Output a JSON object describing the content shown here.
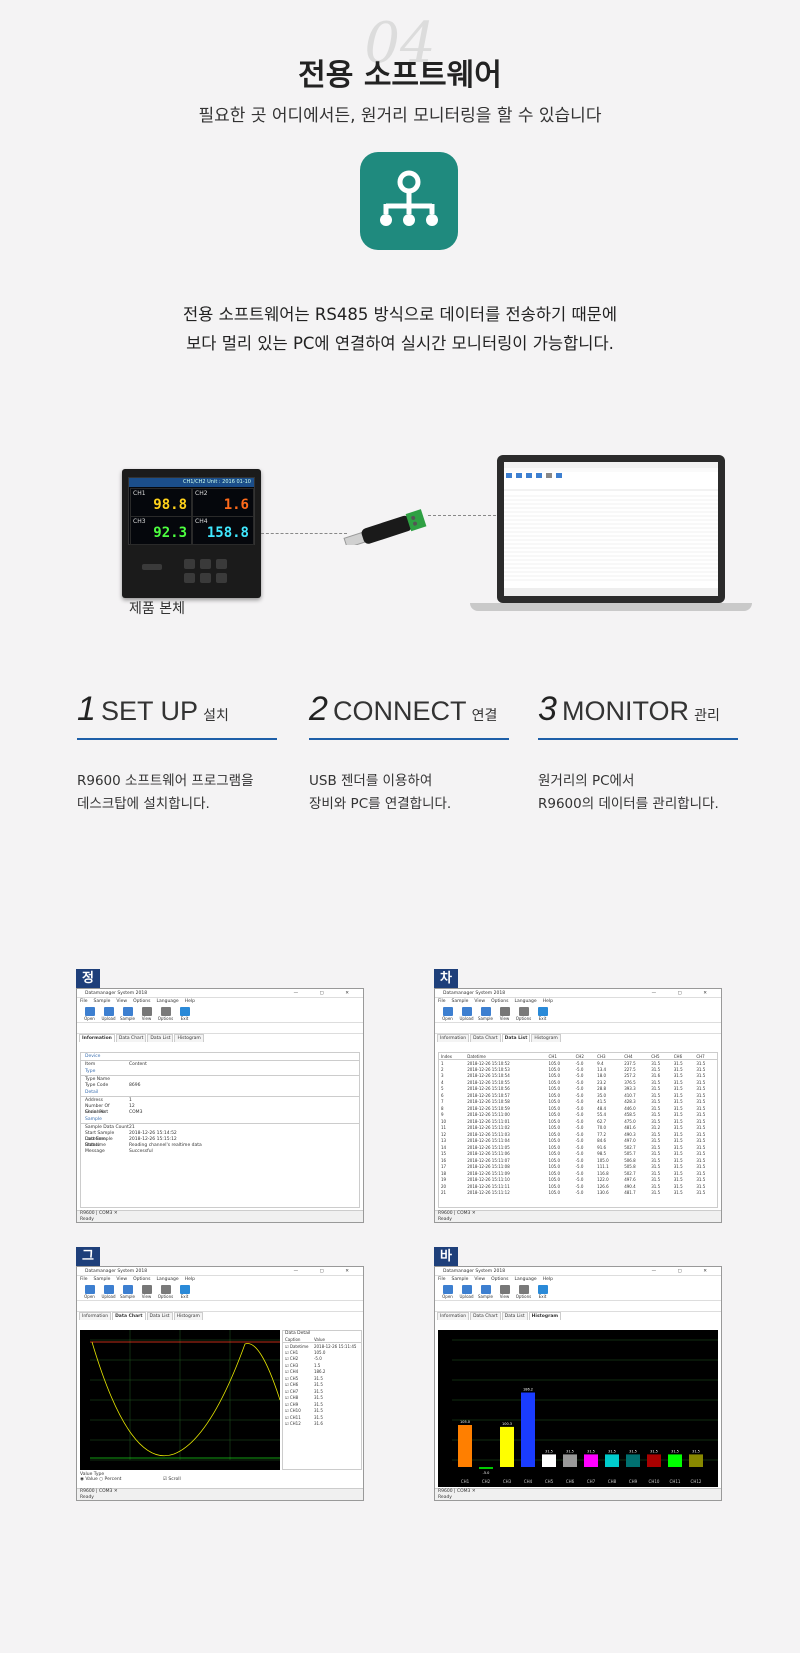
{
  "header": {
    "number": "04",
    "title": "전용 소프트웨어",
    "subtitle": "필요한 곳 어디에서든, 원거리 모니터링을 할 수 있습니다"
  },
  "description": {
    "line1": "전용 소프트웨어는 RS485 방식으로 데이터를 전송하기 때문에",
    "line2": "보다 멀리 있는 PC에 연결하여 실시간 모니터링이 가능합니다."
  },
  "hardware": {
    "device_label": "제품 본체",
    "screen_bar": "CH1/CH2 Unit : 2016 01-10",
    "channels": [
      {
        "label": "CH1",
        "value": "98.8",
        "color": "#ffd21a"
      },
      {
        "label": "CH2",
        "value": "1.6",
        "color": "#ff6a1a"
      },
      {
        "label": "CH3",
        "value": "92.3",
        "color": "#4dff40"
      },
      {
        "label": "CH4",
        "value": "158.8",
        "color": "#40e8ff"
      }
    ]
  },
  "steps": [
    {
      "num": "1",
      "en": "SET UP",
      "ko": "설치",
      "desc1": "R9600 소프트웨어 프로그램을",
      "desc2": "데스크탑에 설치합니다."
    },
    {
      "num": "2",
      "en": "CONNECT",
      "ko": "연결",
      "desc1": "USB 젠더를 이용하여",
      "desc2": "장비와 PC를 연결합니다."
    },
    {
      "num": "3",
      "en": "MONITOR",
      "ko": "관리",
      "desc1": "원거리의 PC에서",
      "desc2": "R9600의 데이터를 관리합니다."
    }
  ],
  "app": {
    "window_title": "Datamanager System 2018",
    "controls": "— ▢ ✕",
    "menu": [
      "File",
      "Sample",
      "View",
      "Options",
      "Language",
      "Help"
    ],
    "toolbar": [
      "Open",
      "Upload",
      "Sample",
      "View",
      "Options",
      "Exit"
    ],
    "tabs": [
      "Information",
      "Data Chart",
      "Data List",
      "Histogram"
    ],
    "status_port": "R9600 | COM3 ✕",
    "status_ready": "Ready"
  },
  "screenshots": {
    "info": {
      "tag": "정보",
      "groups": [
        {
          "name": "Device",
          "rows": [
            [
              "Item",
              "Content"
            ]
          ]
        },
        {
          "name": "Type",
          "rows": [
            [
              "Type Name",
              ""
            ],
            [
              "Type Code",
              "8696"
            ]
          ]
        },
        {
          "name": "Detail",
          "rows": [
            [
              "Address",
              "1"
            ],
            [
              "Number Of Channels",
              "12"
            ],
            [
              "Serial Port",
              "COM3"
            ]
          ]
        },
        {
          "name": "Sample",
          "rows": [
            [
              "Sample Data Count",
              "21"
            ],
            [
              "Start Sample Datetime",
              "2018-12-26 15:14:52"
            ],
            [
              "Last Sample Datetime",
              "2018-12-26 15:15:12"
            ],
            [
              "Status",
              "Reading channel's realtime data"
            ],
            [
              "Message",
              "Successful"
            ]
          ]
        }
      ]
    },
    "chart": {
      "tag": "차트",
      "headers": [
        "Index",
        "Datetime",
        "CH1",
        "CH2",
        "CH3",
        "CH4",
        "CH5",
        "CH6",
        "CH7"
      ],
      "rows": [
        [
          "1",
          "2018-12-26 15:10:52",
          "105.0",
          "-5.0",
          "9.4",
          "237.5",
          "31.5",
          "31.5",
          "31.5"
        ],
        [
          "2",
          "2018-12-26 15:10:53",
          "105.0",
          "-5.0",
          "13.4",
          "227.5",
          "31.5",
          "31.5",
          "31.5"
        ],
        [
          "3",
          "2018-12-26 15:10:54",
          "105.0",
          "-5.0",
          "18.0",
          "257.2",
          "31.6",
          "31.5",
          "31.5"
        ],
        [
          "4",
          "2018-12-26 15:10:55",
          "105.0",
          "-5.0",
          "23.2",
          "376.5",
          "31.5",
          "31.5",
          "31.5"
        ],
        [
          "5",
          "2018-12-26 15:10:56",
          "105.0",
          "-5.0",
          "28.8",
          "393.3",
          "31.5",
          "31.5",
          "31.5"
        ],
        [
          "6",
          "2018-12-26 15:10:57",
          "105.0",
          "-5.0",
          "35.0",
          "410.7",
          "31.5",
          "31.5",
          "31.5"
        ],
        [
          "7",
          "2018-12-26 15:10:58",
          "105.0",
          "-5.0",
          "41.5",
          "428.3",
          "31.5",
          "31.5",
          "31.5"
        ],
        [
          "8",
          "2018-12-26 15:10:59",
          "105.0",
          "-5.0",
          "48.4",
          "446.0",
          "31.5",
          "31.5",
          "31.5"
        ],
        [
          "9",
          "2018-12-26 15:11:00",
          "105.0",
          "-5.0",
          "55.4",
          "458.5",
          "31.5",
          "31.5",
          "31.5"
        ],
        [
          "10",
          "2018-12-26 15:11:01",
          "105.0",
          "-5.0",
          "62.7",
          "475.0",
          "31.5",
          "31.5",
          "31.5"
        ],
        [
          "11",
          "2018-12-26 15:11:02",
          "105.0",
          "-5.0",
          "70.0",
          "481.6",
          "31.2",
          "31.5",
          "31.5"
        ],
        [
          "12",
          "2018-12-26 15:11:03",
          "105.0",
          "-5.0",
          "77.2",
          "490.3",
          "31.5",
          "31.5",
          "31.5"
        ],
        [
          "13",
          "2018-12-26 15:11:04",
          "105.0",
          "-5.0",
          "84.6",
          "497.0",
          "31.5",
          "31.5",
          "31.5"
        ],
        [
          "14",
          "2018-12-26 15:11:05",
          "105.0",
          "-5.0",
          "91.6",
          "502.7",
          "31.5",
          "31.5",
          "31.5"
        ],
        [
          "15",
          "2018-12-26 15:11:06",
          "105.0",
          "-5.0",
          "98.5",
          "505.7",
          "31.5",
          "31.5",
          "31.5"
        ],
        [
          "16",
          "2018-12-26 15:11:07",
          "105.0",
          "-5.0",
          "105.0",
          "506.8",
          "31.5",
          "31.5",
          "31.5"
        ],
        [
          "17",
          "2018-12-26 15:11:08",
          "105.0",
          "-5.0",
          "111.1",
          "505.8",
          "31.5",
          "31.5",
          "31.5"
        ],
        [
          "18",
          "2018-12-26 15:11:09",
          "105.0",
          "-5.0",
          "116.8",
          "502.7",
          "31.5",
          "31.5",
          "31.5"
        ],
        [
          "19",
          "2018-12-26 15:11:10",
          "105.0",
          "-5.0",
          "122.0",
          "497.6",
          "31.5",
          "31.5",
          "31.5"
        ],
        [
          "20",
          "2018-12-26 15:11:11",
          "105.0",
          "-5.0",
          "126.6",
          "490.4",
          "31.5",
          "31.5",
          "31.5"
        ],
        [
          "21",
          "2018-12-26 15:11:12",
          "105.0",
          "-5.0",
          "130.6",
          "481.7",
          "31.5",
          "31.5",
          "31.5"
        ]
      ]
    },
    "graph": {
      "tag": "그래프",
      "detail_title": "Data Detail",
      "detail_headers": [
        "Caption",
        "Value"
      ],
      "detail_rows": [
        [
          "Datetime",
          "2018-12-26 15:11:45"
        ],
        [
          "CH1",
          "105.0"
        ],
        [
          "CH2",
          "-5.0"
        ],
        [
          "CH3",
          "1.5"
        ],
        [
          "CH4",
          "186.2"
        ],
        [
          "CH5",
          "31.5"
        ],
        [
          "CH6",
          "31.5"
        ],
        [
          "CH7",
          "31.5"
        ],
        [
          "CH8",
          "31.5"
        ],
        [
          "CH9",
          "31.5"
        ],
        [
          "CH10",
          "31.5"
        ],
        [
          "CH11",
          "31.5"
        ],
        [
          "CH12",
          "31.6"
        ]
      ],
      "value_type_label": "Value Type",
      "value_option": "Value",
      "percent_option": "Percent",
      "scroll_label": "Scroll"
    },
    "bar": {
      "tag": "바 그래프",
      "channels": [
        "CH1",
        "CH2",
        "CH3",
        "CH4",
        "CH5",
        "CH6",
        "CH7",
        "CH8",
        "CH9",
        "CH10",
        "CH11",
        "CH12"
      ],
      "values": [
        105,
        -5,
        100.3,
        186.2,
        31.5,
        31.5,
        31.5,
        31.5,
        31.5,
        31.5,
        31.5,
        31.5
      ],
      "colors": [
        "#ff7f00",
        "#00cc00",
        "#ffff00",
        "#1a3cff",
        "#ffffff",
        "#999999",
        "#ff00ff",
        "#00cccc",
        "#007070",
        "#aa0000",
        "#00ff00",
        "#888800"
      ]
    }
  }
}
